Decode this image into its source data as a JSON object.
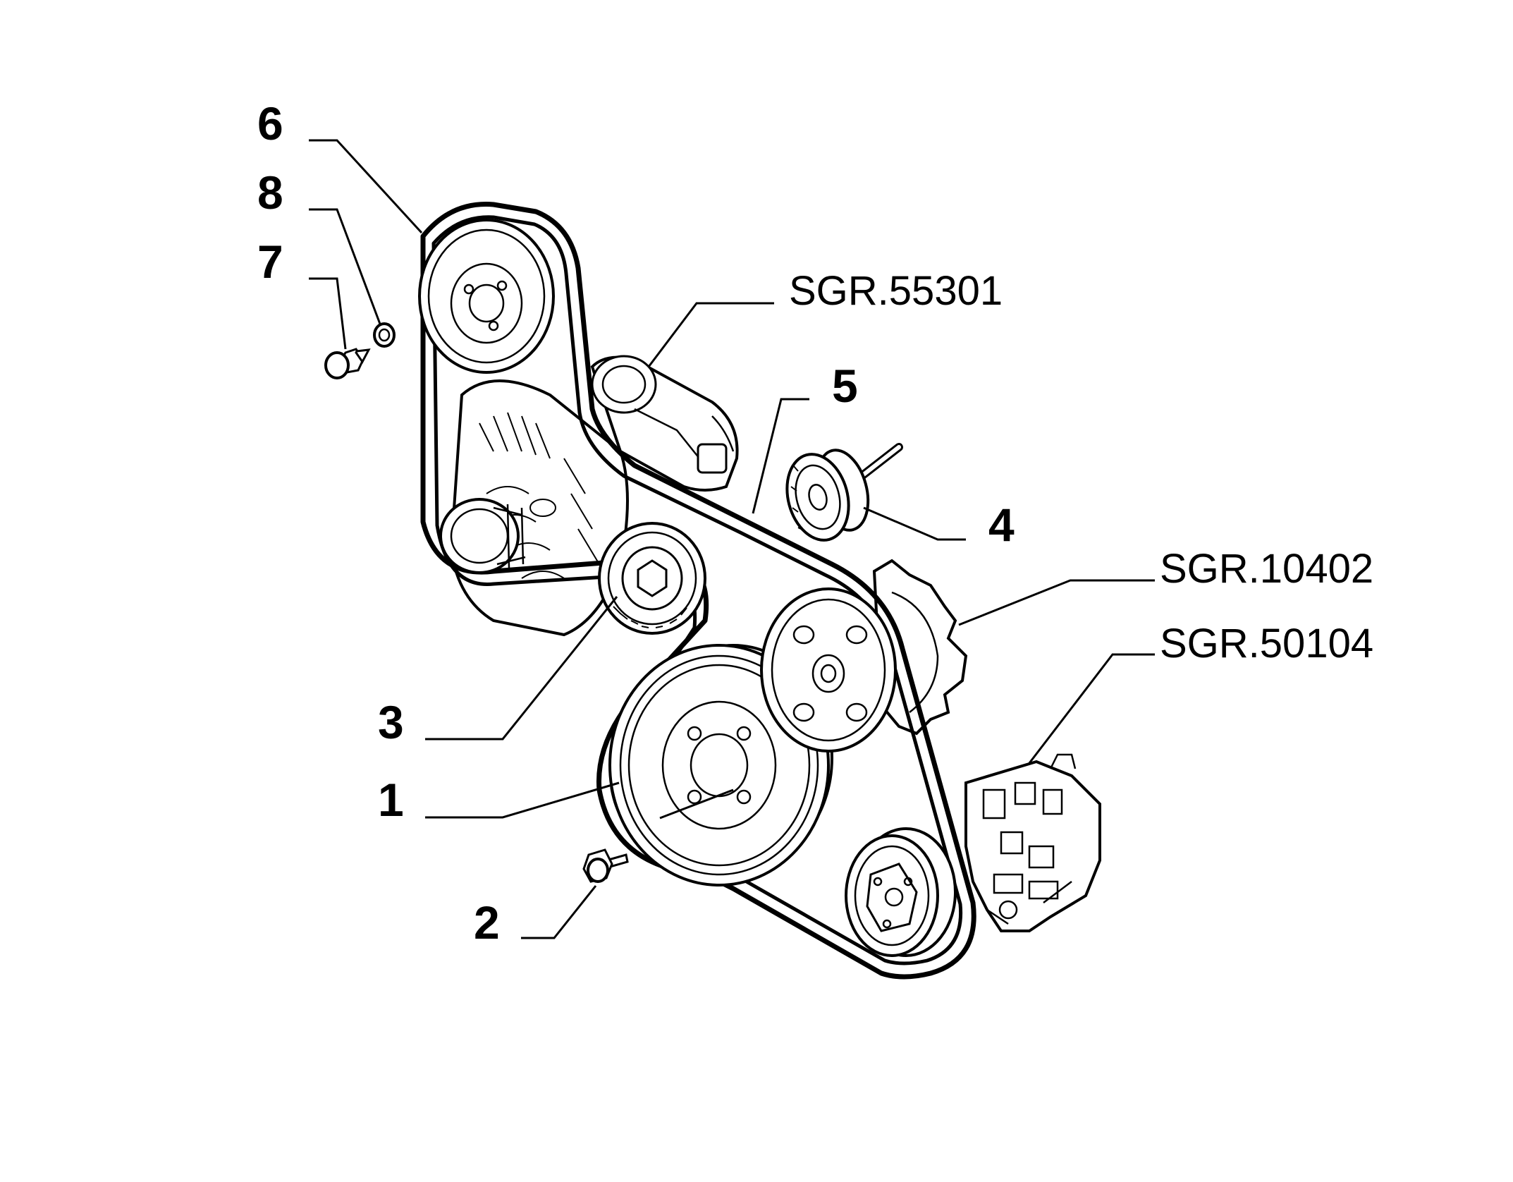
{
  "callouts": {
    "c1": "1",
    "c2": "2",
    "c3": "3",
    "c4": "4",
    "c5": "5",
    "c6": "6",
    "c7": "7",
    "c8": "8"
  },
  "references": {
    "r1": "SGR.55301",
    "r2": "SGR.10402",
    "r3": "SGR.50104"
  }
}
